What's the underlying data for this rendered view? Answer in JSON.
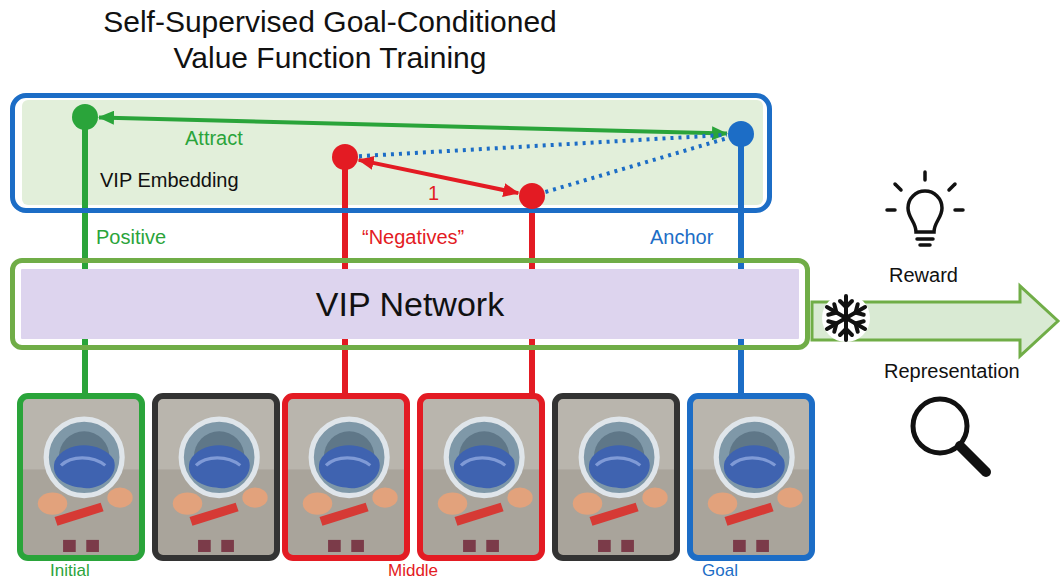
{
  "diagram": {
    "title": "Self-Supervised Goal-Conditioned Value Function Training",
    "nodes": [
      {
        "text": [
          "VIP Embedding"
        ]
      },
      {
        "text": [],
        "in": 0
      },
      {
        "text": [],
        "in": 0
      },
      {
        "text": [],
        "in": 0
      },
      {
        "text": [],
        "in": 0
      },
      {
        "text": [
          "VIP Network"
        ]
      }
    ],
    "edges": [
      {
        "from": 1,
        "to": 4,
        "arrow": "both",
        "label": "Attract"
      },
      {
        "from": 2,
        "to": 3,
        "arrow": "both",
        "label": "1"
      },
      {
        "from": 2,
        "to": 4,
        "arrow": "none"
      },
      {
        "from": 3,
        "to": 4,
        "arrow": "none"
      }
    ],
    "labels": [
      "Positive",
      "“Negatives”",
      "Anchor",
      "Reward",
      "Representation",
      "Initial",
      "Middle",
      "Goal"
    ]
  }
}
